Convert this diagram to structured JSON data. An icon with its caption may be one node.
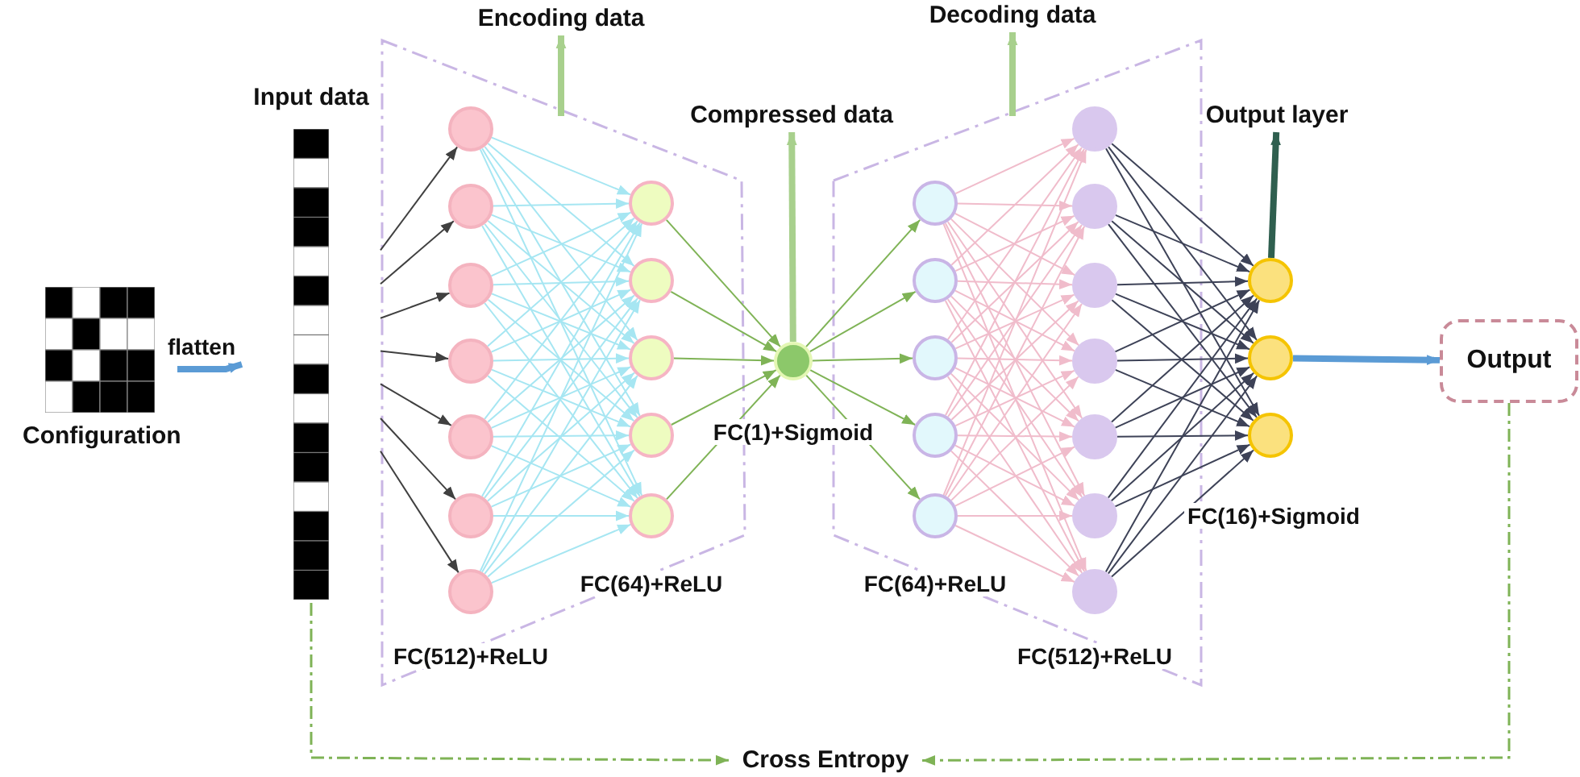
{
  "diagram": {
    "nodes": [
      {
        "text": [
          "Configuration"
        ]
      },
      {
        "text": [
          "Input data"
        ]
      },
      {
        "text": [],
        "shape": "circle"
      },
      {
        "text": [],
        "shape": "circle"
      },
      {
        "text": [],
        "shape": "circle"
      },
      {
        "text": [],
        "shape": "circle"
      },
      {
        "text": [],
        "shape": "circle"
      },
      {
        "text": [],
        "shape": "circle"
      },
      {
        "text": [],
        "shape": "circle"
      },
      {
        "text": [],
        "shape": "circle"
      },
      {
        "text": [],
        "shape": "circle"
      },
      {
        "text": [],
        "shape": "circle"
      },
      {
        "text": [],
        "shape": "circle"
      },
      {
        "text": [],
        "shape": "circle"
      },
      {
        "text": [],
        "shape": "circle"
      },
      {
        "text": [],
        "shape": "circle"
      },
      {
        "text": [],
        "shape": "circle"
      },
      {
        "text": [],
        "shape": "circle"
      },
      {
        "text": [],
        "shape": "circle"
      },
      {
        "text": [],
        "shape": "circle"
      },
      {
        "text": [],
        "shape": "circle"
      },
      {
        "text": [],
        "shape": "circle"
      },
      {
        "text": [],
        "shape": "circle"
      },
      {
        "text": [],
        "shape": "circle"
      },
      {
        "text": [],
        "shape": "circle"
      },
      {
        "text": [],
        "shape": "circle"
      },
      {
        "text": [],
        "shape": "circle"
      },
      {
        "text": [],
        "shape": "circle"
      },
      {
        "text": [],
        "shape": "circle"
      },
      {
        "text": [],
        "shape": "circle"
      },
      {
        "text": [
          "Output"
        ]
      },
      {
        "text": [
          "Cross Entropy"
        ]
      },
      {
        "text": [
          "Encoding data"
        ]
      },
      {
        "text": [
          "Compressed data"
        ]
      },
      {
        "text": [
          "Decoding data"
        ]
      },
      {
        "text": [
          "Output layer"
        ]
      }
    ],
    "edges": [
      {
        "from": 0,
        "to": 1,
        "arrow": "to",
        "label": "flatten",
        "style": "thick",
        "color": "#5b9bd5"
      },
      {
        "from": 1,
        "to": 2,
        "arrow": "to",
        "color": "#404040"
      },
      {
        "from": 1,
        "to": 3,
        "arrow": "to",
        "color": "#404040"
      },
      {
        "from": 1,
        "to": 4,
        "arrow": "to",
        "color": "#404040"
      },
      {
        "from": 1,
        "to": 5,
        "arrow": "to",
        "color": "#404040"
      },
      {
        "from": 1,
        "to": 6,
        "arrow": "to",
        "color": "#404040"
      },
      {
        "from": 1,
        "to": 7,
        "arrow": "to",
        "color": "#404040"
      },
      {
        "from": 1,
        "to": 8,
        "arrow": "to",
        "color": "#404040"
      },
      {
        "from": 2,
        "to": 9,
        "arrow": "to",
        "color": "#a6e6f2"
      },
      {
        "from": 2,
        "to": 10,
        "arrow": "to",
        "color": "#a6e6f2"
      },
      {
        "from": 2,
        "to": 11,
        "arrow": "to",
        "color": "#a6e6f2"
      },
      {
        "from": 2,
        "to": 12,
        "arrow": "to",
        "color": "#a6e6f2"
      },
      {
        "from": 2,
        "to": 13,
        "arrow": "to",
        "color": "#a6e6f2"
      },
      {
        "from": 3,
        "to": 9,
        "arrow": "to",
        "color": "#a6e6f2"
      },
      {
        "from": 3,
        "to": 10,
        "arrow": "to",
        "color": "#a6e6f2"
      },
      {
        "from": 3,
        "to": 11,
        "arrow": "to",
        "color": "#a6e6f2"
      },
      {
        "from": 3,
        "to": 12,
        "arrow": "to",
        "color": "#a6e6f2"
      },
      {
        "from": 3,
        "to": 13,
        "arrow": "to",
        "color": "#a6e6f2"
      },
      {
        "from": 4,
        "to": 9,
        "arrow": "to",
        "color": "#a6e6f2"
      },
      {
        "from": 4,
        "to": 10,
        "arrow": "to",
        "color": "#a6e6f2"
      },
      {
        "from": 4,
        "to": 11,
        "arrow": "to",
        "color": "#a6e6f2"
      },
      {
        "from": 4,
        "to": 12,
        "arrow": "to",
        "color": "#a6e6f2"
      },
      {
        "from": 4,
        "to": 13,
        "arrow": "to",
        "color": "#a6e6f2"
      },
      {
        "from": 5,
        "to": 9,
        "arrow": "to",
        "color": "#a6e6f2"
      },
      {
        "from": 5,
        "to": 10,
        "arrow": "to",
        "color": "#a6e6f2"
      },
      {
        "from": 5,
        "to": 11,
        "arrow": "to",
        "color": "#a6e6f2"
      },
      {
        "from": 5,
        "to": 12,
        "arrow": "to",
        "color": "#a6e6f2"
      },
      {
        "from": 5,
        "to": 13,
        "arrow": "to",
        "color": "#a6e6f2"
      },
      {
        "from": 6,
        "to": 9,
        "arrow": "to",
        "color": "#a6e6f2"
      },
      {
        "from": 6,
        "to": 10,
        "arrow": "to",
        "color": "#a6e6f2"
      },
      {
        "from": 6,
        "to": 11,
        "arrow": "to",
        "color": "#a6e6f2"
      },
      {
        "from": 6,
        "to": 12,
        "arrow": "to",
        "color": "#a6e6f2"
      },
      {
        "from": 6,
        "to": 13,
        "arrow": "to",
        "color": "#a6e6f2"
      },
      {
        "from": 7,
        "to": 9,
        "arrow": "to",
        "color": "#a6e6f2"
      },
      {
        "from": 7,
        "to": 10,
        "arrow": "to",
        "color": "#a6e6f2"
      },
      {
        "from": 7,
        "to": 11,
        "arrow": "to",
        "color": "#a6e6f2"
      },
      {
        "from": 7,
        "to": 12,
        "arrow": "to",
        "color": "#a6e6f2"
      },
      {
        "from": 7,
        "to": 13,
        "arrow": "to",
        "color": "#a6e6f2"
      },
      {
        "from": 8,
        "to": 9,
        "arrow": "to",
        "color": "#a6e6f2"
      },
      {
        "from": 8,
        "to": 10,
        "arrow": "to",
        "color": "#a6e6f2"
      },
      {
        "from": 8,
        "to": 11,
        "arrow": "to",
        "color": "#a6e6f2"
      },
      {
        "from": 8,
        "to": 12,
        "arrow": "to",
        "color": "#a6e6f2"
      },
      {
        "from": 8,
        "to": 13,
        "arrow": "to",
        "color": "#a6e6f2"
      },
      {
        "from": 9,
        "to": 14,
        "arrow": "to",
        "color": "#7fb356"
      },
      {
        "from": 10,
        "to": 14,
        "arrow": "to",
        "color": "#7fb356"
      },
      {
        "from": 11,
        "to": 14,
        "arrow": "to",
        "color": "#7fb356"
      },
      {
        "from": 12,
        "to": 14,
        "arrow": "to",
        "color": "#7fb356"
      },
      {
        "from": 13,
        "to": 14,
        "arrow": "to",
        "color": "#7fb356"
      },
      {
        "from": 14,
        "to": 15,
        "arrow": "to",
        "color": "#7fb356"
      },
      {
        "from": 14,
        "to": 16,
        "arrow": "to",
        "color": "#7fb356"
      },
      {
        "from": 14,
        "to": 17,
        "arrow": "to",
        "color": "#7fb356"
      },
      {
        "from": 14,
        "to": 18,
        "arrow": "to",
        "color": "#7fb356"
      },
      {
        "from": 14,
        "to": 19,
        "arrow": "to",
        "color": "#7fb356"
      },
      {
        "from": 15,
        "to": 20,
        "arrow": "to",
        "color": "#f0bccb"
      },
      {
        "from": 15,
        "to": 21,
        "arrow": "to",
        "color": "#f0bccb"
      },
      {
        "from": 15,
        "to": 22,
        "arrow": "to",
        "color": "#f0bccb"
      },
      {
        "from": 15,
        "to": 23,
        "arrow": "to",
        "color": "#f0bccb"
      },
      {
        "from": 15,
        "to": 24,
        "arrow": "to",
        "color": "#f0bccb"
      },
      {
        "from": 15,
        "to": 25,
        "arrow": "to",
        "color": "#f0bccb"
      },
      {
        "from": 15,
        "to": 26,
        "arrow": "to",
        "color": "#f0bccb"
      },
      {
        "from": 16,
        "to": 20,
        "arrow": "to",
        "color": "#f0bccb"
      },
      {
        "from": 16,
        "to": 21,
        "arrow": "to",
        "color": "#f0bccb"
      },
      {
        "from": 16,
        "to": 22,
        "arrow": "to",
        "color": "#f0bccb"
      },
      {
        "from": 16,
        "to": 23,
        "arrow": "to",
        "color": "#f0bccb"
      },
      {
        "from": 16,
        "to": 24,
        "arrow": "to",
        "color": "#f0bccb"
      },
      {
        "from": 16,
        "to": 25,
        "arrow": "to",
        "color": "#f0bccb"
      },
      {
        "from": 16,
        "to": 26,
        "arrow": "to",
        "color": "#f0bccb"
      },
      {
        "from": 17,
        "to": 20,
        "arrow": "to",
        "color": "#f0bccb"
      },
      {
        "from": 17,
        "to": 21,
        "arrow": "to",
        "color": "#f0bccb"
      },
      {
        "from": 17,
        "to": 22,
        "arrow": "to",
        "color": "#f0bccb"
      },
      {
        "from": 17,
        "to": 23,
        "arrow": "to",
        "color": "#f0bccb"
      },
      {
        "from": 17,
        "to": 24,
        "arrow": "to",
        "color": "#f0bccb"
      },
      {
        "from": 17,
        "to": 25,
        "arrow": "to",
        "color": "#f0bccb"
      },
      {
        "from": 17,
        "to": 26,
        "arrow": "to",
        "color": "#f0bccb"
      },
      {
        "from": 18,
        "to": 20,
        "arrow": "to",
        "color": "#f0bccb"
      },
      {
        "from": 18,
        "to": 21,
        "arrow": "to",
        "color": "#f0bccb"
      },
      {
        "from": 18,
        "to": 22,
        "arrow": "to",
        "color": "#f0bccb"
      },
      {
        "from": 18,
        "to": 23,
        "arrow": "to",
        "color": "#f0bccb"
      },
      {
        "from": 18,
        "to": 24,
        "arrow": "to",
        "color": "#f0bccb"
      },
      {
        "from": 18,
        "to": 25,
        "arrow": "to",
        "color": "#f0bccb"
      },
      {
        "from": 18,
        "to": 26,
        "arrow": "to",
        "color": "#f0bccb"
      },
      {
        "from": 19,
        "to": 20,
        "arrow": "to",
        "color": "#f0bccb"
      },
      {
        "from": 19,
        "to": 21,
        "arrow": "to",
        "color": "#f0bccb"
      },
      {
        "from": 19,
        "to": 22,
        "arrow": "to",
        "color": "#f0bccb"
      },
      {
        "from": 19,
        "to": 23,
        "arrow": "to",
        "color": "#f0bccb"
      },
      {
        "from": 19,
        "to": 24,
        "arrow": "to",
        "color": "#f0bccb"
      },
      {
        "from": 19,
        "to": 25,
        "arrow": "to",
        "color": "#f0bccb"
      },
      {
        "from": 19,
        "to": 26,
        "arrow": "to",
        "color": "#f0bccb"
      },
      {
        "from": 20,
        "to": 27,
        "arrow": "to",
        "color": "#3d4257"
      },
      {
        "from": 20,
        "to": 28,
        "arrow": "to",
        "color": "#3d4257"
      },
      {
        "from": 20,
        "to": 29,
        "arrow": "to",
        "color": "#3d4257"
      },
      {
        "from": 21,
        "to": 27,
        "arrow": "to",
        "color": "#3d4257"
      },
      {
        "from": 21,
        "to": 28,
        "arrow": "to",
        "color": "#3d4257"
      },
      {
        "from": 21,
        "to": 29,
        "arrow": "to",
        "color": "#3d4257"
      },
      {
        "from": 22,
        "to": 27,
        "arrow": "to",
        "color": "#3d4257"
      },
      {
        "from": 22,
        "to": 28,
        "arrow": "to",
        "color": "#3d4257"
      },
      {
        "from": 22,
        "to": 29,
        "arrow": "to",
        "color": "#3d4257"
      },
      {
        "from": 23,
        "to": 27,
        "arrow": "to",
        "color": "#3d4257"
      },
      {
        "from": 23,
        "to": 28,
        "arrow": "to",
        "color": "#3d4257"
      },
      {
        "from": 23,
        "to": 29,
        "arrow": "to",
        "color": "#3d4257"
      },
      {
        "from": 24,
        "to": 27,
        "arrow": "to",
        "color": "#3d4257"
      },
      {
        "from": 24,
        "to": 28,
        "arrow": "to",
        "color": "#3d4257"
      },
      {
        "from": 24,
        "to": 29,
        "arrow": "to",
        "color": "#3d4257"
      },
      {
        "from": 25,
        "to": 27,
        "arrow": "to",
        "color": "#3d4257"
      },
      {
        "from": 25,
        "to": 28,
        "arrow": "to",
        "color": "#3d4257"
      },
      {
        "from": 25,
        "to": 29,
        "arrow": "to",
        "color": "#3d4257"
      },
      {
        "from": 26,
        "to": 27,
        "arrow": "to",
        "color": "#3d4257"
      },
      {
        "from": 26,
        "to": 28,
        "arrow": "to",
        "color": "#3d4257"
      },
      {
        "from": 26,
        "to": 29,
        "arrow": "to",
        "color": "#3d4257"
      },
      {
        "from": 28,
        "to": 30,
        "arrow": "to",
        "style": "thick",
        "color": "#5b9bd5"
      },
      {
        "from": 1,
        "to": 31,
        "arrow": "to",
        "style": "dashed",
        "color": "#7fb356"
      },
      {
        "from": 30,
        "to": 31,
        "arrow": "to",
        "style": "dashed",
        "color": "#7fb356"
      },
      {
        "from": null,
        "to": 32,
        "arrow": "to",
        "style": "thick",
        "color": "#a8d08d"
      },
      {
        "from": 14,
        "to": 33,
        "arrow": "to",
        "style": "thick",
        "color": "#a8d08d"
      },
      {
        "from": null,
        "to": 34,
        "arrow": "to",
        "style": "thick",
        "color": "#a8d08d"
      },
      {
        "from": 27,
        "to": 35,
        "arrow": "to",
        "style": "thick",
        "color": "#2f5f4f"
      }
    ],
    "labels": [
      "FC(512)+ReLU",
      "FC(64)+ReLU",
      "FC(1)+Sigmoid",
      "FC(64)+ReLU",
      "FC(512)+ReLU",
      "FC(16)+Sigmoid"
    ]
  }
}
